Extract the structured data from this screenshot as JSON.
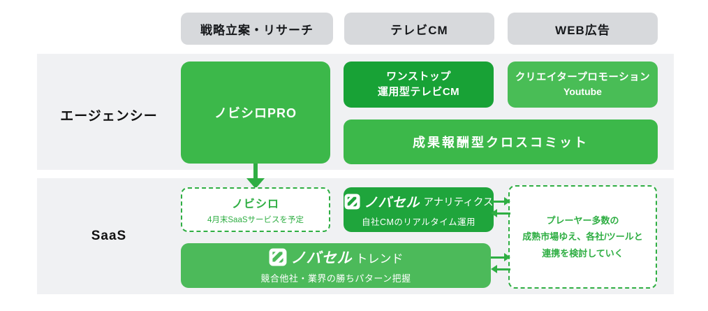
{
  "columns": [
    {
      "label": "戦略立案・リサーチ"
    },
    {
      "label": "テレビCM"
    },
    {
      "label": "WEB広告"
    }
  ],
  "agency": {
    "row_label": "エージェンシー",
    "nobishiro_pro": {
      "title": "ノビシロPRO"
    },
    "onestop_tvcm": {
      "line1": "ワンストップ",
      "line2": "運用型テレビCM"
    },
    "creator_promotion": {
      "line1": "クリエイタープロモーション",
      "line2": "Youtube"
    },
    "cross_commit": {
      "title": "成果報酬型クロスコミット"
    }
  },
  "saas": {
    "row_label": "SaaS",
    "nobishiro": {
      "title": "ノビシロ",
      "subtitle": "4月末SaaSサービスを予定"
    },
    "novasell_analytics": {
      "brand": "ノバセル",
      "product": "アナリティクス",
      "subtitle": "自社CMのリアルタイム運用"
    },
    "novasell_trend": {
      "brand": "ノバセル",
      "product": "トレンド",
      "subtitle": "競合他社・業界の勝ちパターン把握"
    },
    "partner_note": {
      "line1": "プレーヤー多数の",
      "line2": "成熟市場ゆえ、各社/ツールと",
      "line3": "連携を検討していく"
    }
  },
  "icons": {
    "novasell_logo": "white rounded square with green diagonal stripes",
    "down_arrow": "thick green arrow pointing down",
    "exchange_arrows": "paired green right/left arrows"
  },
  "colors": {
    "green_medium": "#3cb84a",
    "green_dark": "#18a236",
    "green_light": "#49bd56",
    "green_analytics": "#1fa53c",
    "green_trend": "#4cba5a",
    "green_accent": "#2fae43",
    "band_gray": "#f0f1f3",
    "pill_gray": "#d7d9dc"
  }
}
